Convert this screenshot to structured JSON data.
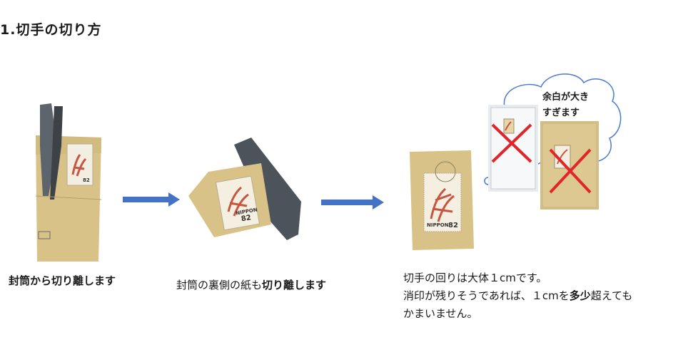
{
  "heading": "1.切手の切り方",
  "step1": {
    "caption": "封筒から切り離します"
  },
  "step2": {
    "caption_plain": "封筒の裏側の紙も",
    "caption_bold": "切り離します"
  },
  "step3": {
    "line1": "切手の回りは大体１cmです。",
    "line2_pre": "消印が残りそうであれば、１cmを",
    "line2_bold": "多少",
    "line2_post": "超えても",
    "line3": "かまいません。"
  },
  "cloud": {
    "line1": "余白が大き",
    "line2": "すぎます"
  },
  "stamp": {
    "brand": "NIPPON",
    "value": "82"
  },
  "colors": {
    "envelope": "#d9c288",
    "arrow": "#4472c4",
    "cross": "#e0252b",
    "cloud_stroke": "#4a7bd0"
  }
}
